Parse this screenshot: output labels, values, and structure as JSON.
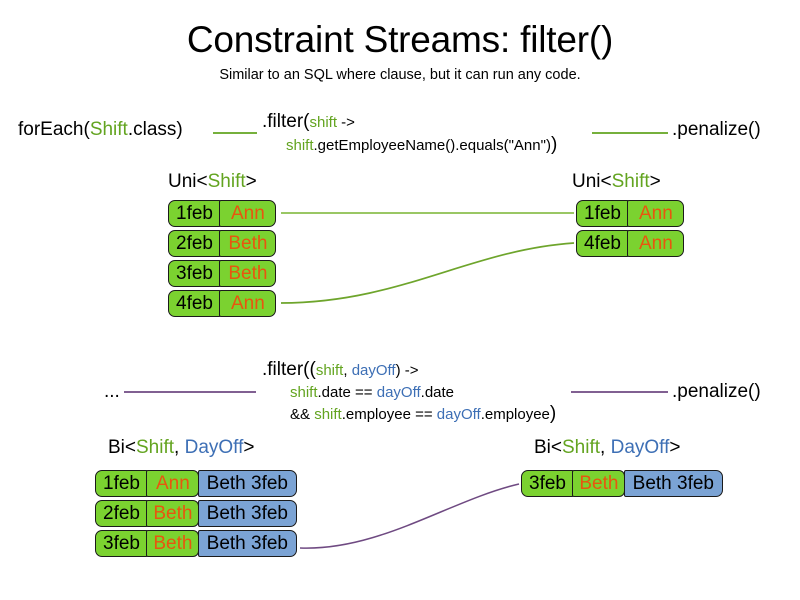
{
  "title": "Constraint Streams: filter()",
  "subtitle": "Similar to an SQL where clause, but it can run any code.",
  "colors": {
    "shift_green": "#7bd230",
    "dayoff_blue": "#7ba3d4",
    "name_orange": "#e8560f",
    "code_green": "#63a420",
    "code_blue": "#3d6fb5",
    "connector_green": "#63a420",
    "connector_purple": "#6f4a82",
    "border": "#1b1b1b"
  },
  "section_uni": {
    "source_expression": {
      "prefix": "forEach(",
      "type": "Shift",
      "suffix": ".class)"
    },
    "filter_expression": {
      "line1_prefix": ".filter(",
      "line1_param": "shift",
      "line1_suffix": " ->",
      "line2_var": "shift",
      "line2_body": ".getEmployeeName().equals(\"Ann\")",
      "line2_close": ")"
    },
    "penalize_label": ".penalize()",
    "left_caption": {
      "prefix": "Uni<",
      "type": "Shift",
      "suffix": ">"
    },
    "right_caption": {
      "prefix": "Uni<",
      "type": "Shift",
      "suffix": ">"
    },
    "left_rows": [
      {
        "date": "1feb",
        "name": "Ann"
      },
      {
        "date": "2feb",
        "name": "Beth"
      },
      {
        "date": "3feb",
        "name": "Beth"
      },
      {
        "date": "4feb",
        "name": "Ann"
      }
    ],
    "right_rows": [
      {
        "date": "1feb",
        "name": "Ann"
      },
      {
        "date": "4feb",
        "name": "Ann"
      }
    ]
  },
  "section_bi": {
    "source_expression": "...",
    "filter_expression": {
      "line1_prefix": ".filter((",
      "line1_param1": "shift",
      "line1_comma": ", ",
      "line1_param2": "dayOff",
      "line1_suffix": ") ->",
      "line2_var1": "shift",
      "line2_mid": ".date == ",
      "line2_var2": "dayOff",
      "line2_end": ".date",
      "line3_amp": "&& ",
      "line3_var1": "shift",
      "line3_mid": ".employee == ",
      "line3_var2": "dayOff",
      "line3_end": ".employee",
      "line3_close": ")"
    },
    "penalize_label": ".penalize()",
    "left_caption": {
      "prefix": "Bi<",
      "type1": "Shift",
      "comma": ", ",
      "type2": "DayOff",
      "suffix": ">"
    },
    "right_caption": {
      "prefix": "Bi<",
      "type1": "Shift",
      "comma": ", ",
      "type2": "DayOff",
      "suffix": ">"
    },
    "left_rows": [
      {
        "date": "1feb",
        "name": "Ann",
        "dayoff": "Beth 3feb"
      },
      {
        "date": "2feb",
        "name": "Beth",
        "dayoff": "Beth 3feb"
      },
      {
        "date": "3feb",
        "name": "Beth",
        "dayoff": "Beth 3feb"
      }
    ],
    "right_rows": [
      {
        "date": "3feb",
        "name": "Beth",
        "dayoff": "Beth 3feb"
      }
    ]
  }
}
